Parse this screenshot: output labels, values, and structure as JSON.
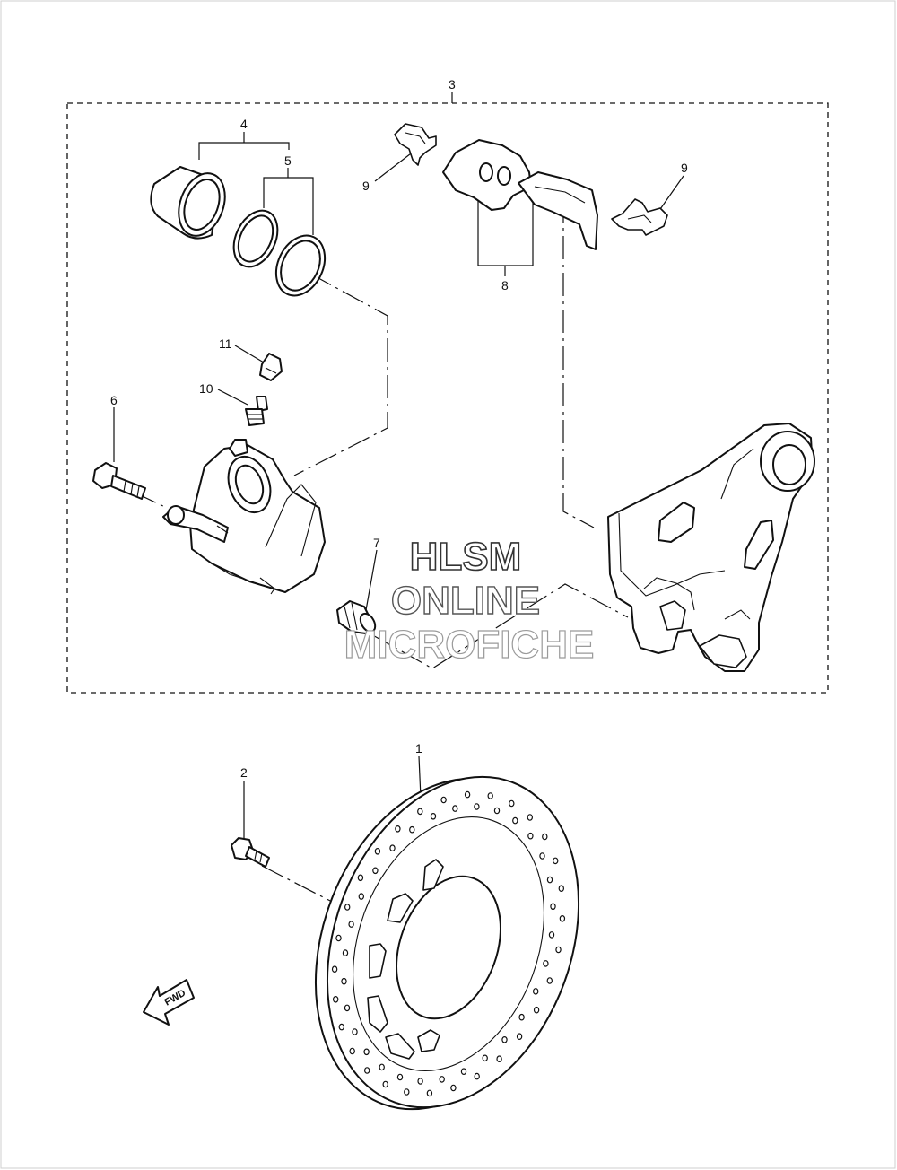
{
  "callouts": {
    "c1": "1",
    "c2": "2",
    "c3": "3",
    "c4": "4",
    "c5": "5",
    "c6": "6",
    "c7": "7",
    "c8": "8",
    "c9a": "9",
    "c9b": "9",
    "c10": "10",
    "c11": "11"
  },
  "arrow": {
    "label": "FWD"
  },
  "watermark": {
    "line1": "HLSM",
    "line2": "ONLINE",
    "line3": "MICROFICHE"
  },
  "colors": {
    "ink": "#111111",
    "background": "#ffffff",
    "watermark_outline": "#555555"
  }
}
